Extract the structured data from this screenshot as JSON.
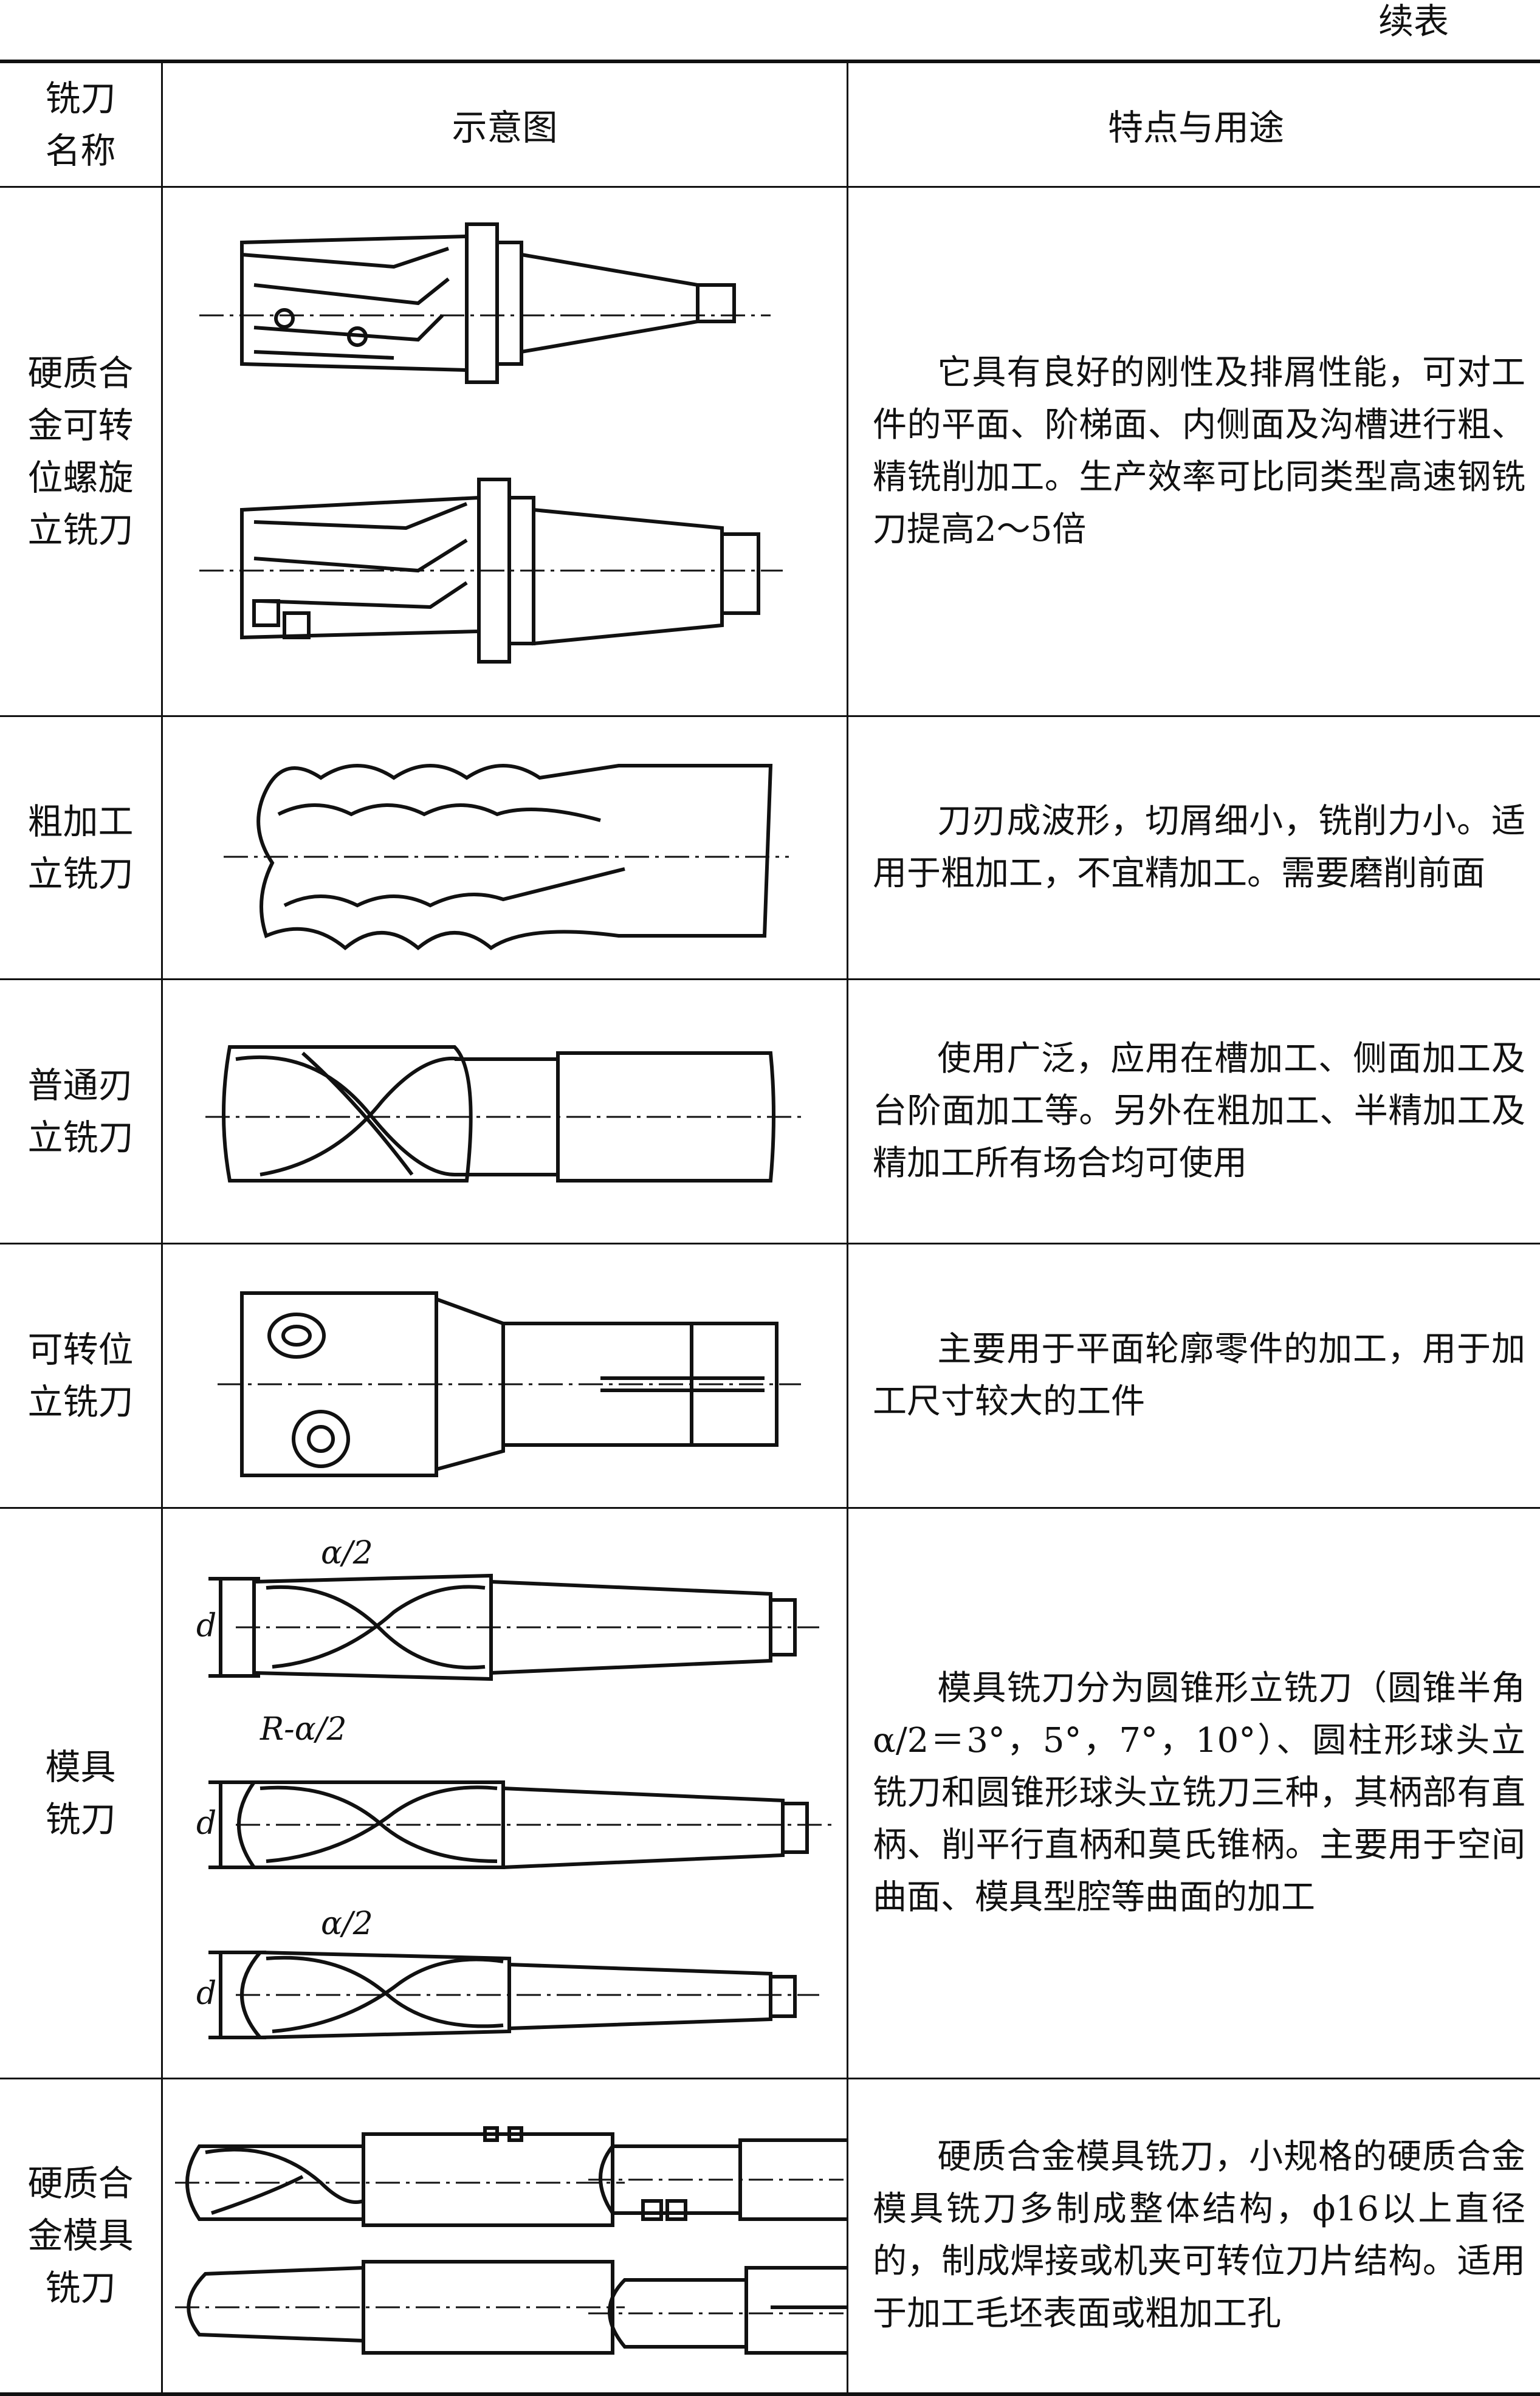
{
  "caption": "续表",
  "headers": {
    "name": "铣刀\n名称",
    "diagram": "示意图",
    "usage": "特点与用途"
  },
  "rows": [
    {
      "name": "硬质合\n金可转\n位螺旋\n立铣刀",
      "desc": "它具有良好的刚性及排屑性能，可对工件的平面、阶梯面、内侧面及沟槽进行粗、精铣削加工。生产效率可比同类型高速钢铣刀提高2～5倍"
    },
    {
      "name": "粗加工\n立铣刀",
      "desc": "刀刃成波形，切屑细小，铣削力小。适用于粗加工，不宜精加工。需要磨削前面"
    },
    {
      "name": "普通刃\n立铣刀",
      "desc": "使用广泛，应用在槽加工、侧面加工及台阶面加工等。另外在粗加工、半精加工及精加工所有场合均可使用"
    },
    {
      "name": "可转位\n立铣刀",
      "desc": "主要用于平面轮廓零件的加工，用于加工尺寸较大的工件"
    },
    {
      "name": "模具\n铣刀",
      "desc": "模具铣刀分为圆锥形立铣刀（圆锥半角α/2＝3°，5°，7°，10°）、圆柱形球头立铣刀和圆锥形球头立铣刀三种，其柄部有直柄、削平行直柄和莫氏锥柄。主要用于空间曲面、模具型腔等曲面的加工",
      "labels": {
        "half_angle_1": "α/2",
        "radius": "R-α/2",
        "half_angle_2": "α/2",
        "diameter": "d"
      }
    },
    {
      "name": "硬质合\n金模具\n铣刀",
      "desc": "硬质合金模具铣刀，小规格的硬质合金模具铣刀多制成整体结构，ϕ16以上直径的，制成焊接或机夹可转位刀片结构。适用于加工毛坯表面或粗加工孔"
    }
  ]
}
